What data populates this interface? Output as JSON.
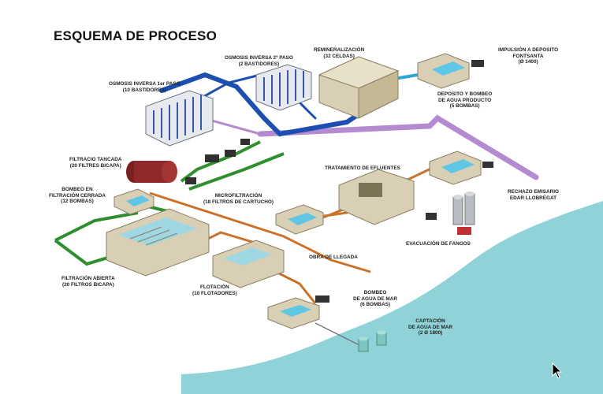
{
  "title": "ESQUEMA DE PROCESO",
  "labels": {
    "osmosis1": [
      "OSMOSIS INVERSA 1er PASO",
      "(10 BASTIDORES)"
    ],
    "osmosis2": [
      "OSMOSIS INVERSA 2º PASO",
      "(2 BASTIDORES)"
    ],
    "remineralizacion": [
      "REMINERALIZACIÓN",
      "(32 CELDAS)"
    ],
    "impulsion": [
      "IMPULSIÓN A DEPOSITO",
      "FONTSANTA",
      "(Ø 1400)"
    ],
    "deposito": [
      "DEPOSITO Y BOMBEO",
      "DE AGUA PRODUCTO",
      "(5 BOMBAS)"
    ],
    "filtracion_tancada": [
      "FILTRACIO TANCADA",
      "(20 FILTRES BICAPA)"
    ],
    "bombeo_filtracion": [
      "BOMBEO EN",
      "FILTRACIÓN CERRADA",
      "(12 BOMBAS)"
    ],
    "tratamiento": [
      "TRATAMIENTO DE EFLUENTES"
    ],
    "rechazo": [
      "RECHAZO EMISARIO",
      "EDAR LLOBREGAT"
    ],
    "microfiltracion": [
      "MICROFILTRACIÓN",
      "(18 FILTROS DE CARTUCHO)"
    ],
    "evacuacion": [
      "EVACUACIÓN DE FANGOS"
    ],
    "obra": [
      "OBRA DE LLEGADA"
    ],
    "filtracion_abierta": [
      "FILTRACIÓN ABIERTA",
      "(20 FILTROS BICAPA)"
    ],
    "flotacion": [
      "FLOTACIÓN",
      "(10 FLOTADORES)"
    ],
    "bombeo_mar": [
      "BOMBEO",
      "DE AGUA DE MAR",
      "(6 BOMBAS)"
    ],
    "captacion": [
      "CAPTACIÓN",
      "DE AGUA DE MAR",
      "(2 Ø 1800)"
    ]
  },
  "colors": {
    "sea": "#8fd3d8",
    "building": "#d8cfb4",
    "pipe_blue": "#1c4fb0",
    "pipe_green": "#2f8f2f",
    "pipe_orange": "#c9722a",
    "pipe_violet": "#b48bd0",
    "pipe_cyan": "#2aa8d8"
  }
}
